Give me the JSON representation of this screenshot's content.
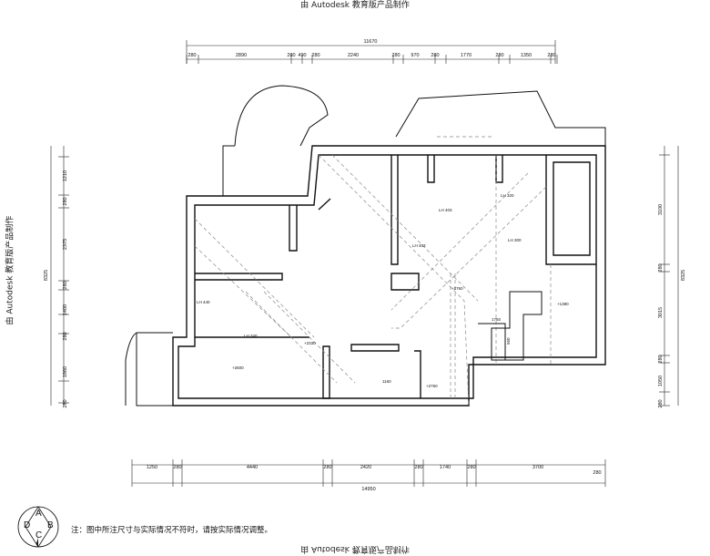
{
  "watermark": "由 Autodesk 教育版产品制作",
  "note": "注：图中所注尺寸与实际情况不符时，请按实际情况调整。",
  "compass": [
    "A",
    "B",
    "C",
    "D"
  ],
  "dims_top": {
    "total": "11670",
    "segments": [
      "280",
      "2890",
      "280",
      "490",
      "280",
      "2240",
      "280",
      "970",
      "280",
      "1770",
      "280",
      "1350",
      "280"
    ]
  },
  "dims_bottom": {
    "total": "14950",
    "segments": [
      "1250",
      "280",
      "4440",
      "280",
      "2420",
      "280",
      "1740",
      "280",
      "3700"
    ],
    "extra": "280"
  },
  "dims_left": {
    "total": "8325",
    "segments": [
      "1210",
      "280",
      "2375",
      "280",
      "1400",
      "280",
      "1860",
      "280"
    ]
  },
  "dims_right": {
    "total": "8325",
    "segments": [
      "3100",
      "280",
      "3015",
      "280",
      "1050",
      "280"
    ]
  },
  "level_marks": [
    "LH 403",
    "LH 403",
    "LH 320",
    "LH 300",
    "LH 440",
    "LH 340",
    "+2330",
    "+2760",
    "+2600",
    "+1380",
    "+2760"
  ],
  "annotations": [
    "1160",
    "1750",
    "560"
  ]
}
